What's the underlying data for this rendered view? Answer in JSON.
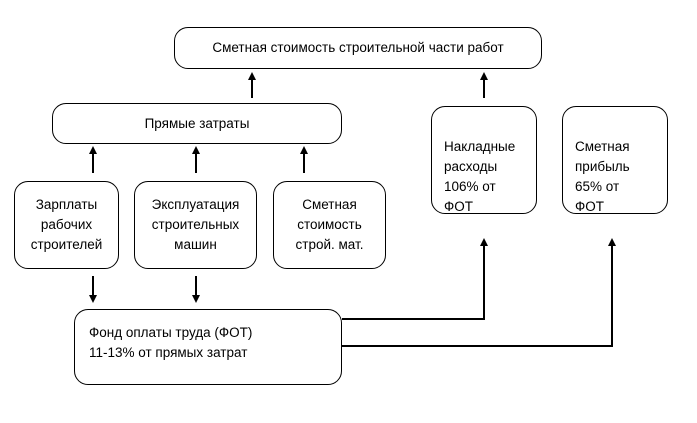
{
  "diagram": {
    "top": {
      "label": "Сметная стоимость строительной части работ"
    },
    "direct": {
      "label": "Прямые затраты"
    },
    "wages": {
      "label": "Зарплаты\nрабочих\nстроителей"
    },
    "machines": {
      "label": "Эксплуатация\nстроительных\nмашин"
    },
    "materials": {
      "label": "Сметная\nстоимость\nстрой. мат."
    },
    "overhead": {
      "label": "Накладные\nрасходы\n106% от\nФОТ"
    },
    "profit": {
      "label": "Сметная\nприбыль\n65% от\nФОТ"
    },
    "payroll": {
      "line1": "Фонд оплаты труда (ФОТ)",
      "line2": "11-13% от прямых затрат"
    }
  }
}
